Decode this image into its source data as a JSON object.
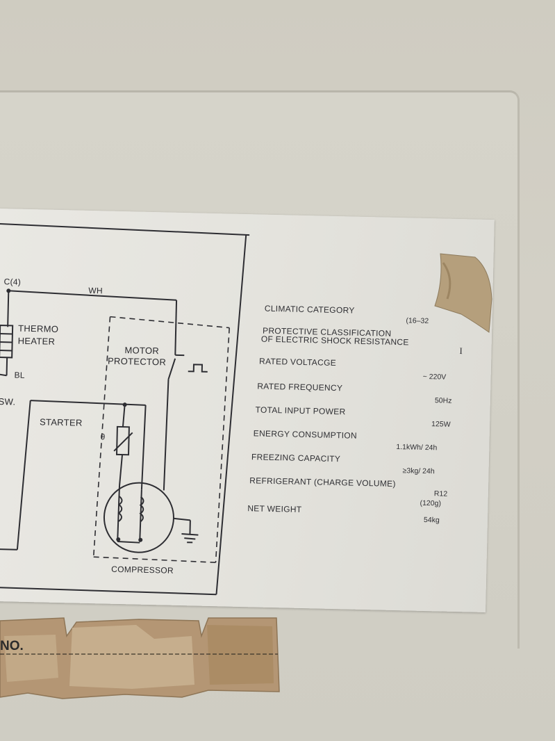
{
  "diagram": {
    "c4": "C(4)",
    "wh": "WH",
    "thermo": "THERMO",
    "heater": "HEATER",
    "bl": "BL",
    "sw": ".SW.",
    "motor": "MOTOR",
    "protector": "PROTECTOR",
    "starter": "STARTER",
    "theta": "θ",
    "compressor": "COMPRESSOR"
  },
  "specs": {
    "climatic_label": "CLIMATIC CATEGORY",
    "climatic_value": "(16–32",
    "protective_line1": "PROTECTIVE CLASSIFICATION",
    "protective_line2": "OF ELECTRIC SHOCK RESISTANCE",
    "protective_value": "I",
    "voltage_label": "RATED VOLTACGE",
    "voltage_value": "~ 220V",
    "frequency_label": "RATED FREQUENCY",
    "frequency_value": "50Hz",
    "power_label": "TOTAL INPUT POWER",
    "power_value": "125W",
    "energy_label": "ENERGY CONSUMPTION",
    "energy_value": "1.1kWh/ 24h",
    "freezing_label": "FREEZING CAPACITY",
    "freezing_value": "≥3kg/ 24h",
    "refrigerant_label": "REFRIGERANT (CHARGE VOLUME)",
    "refrigerant_value": "R12",
    "refrigerant_amount": "(120g)",
    "weight_label": "NET WEIGHT",
    "weight_value": "54kg"
  },
  "tag": {
    "no_label": "NO."
  }
}
